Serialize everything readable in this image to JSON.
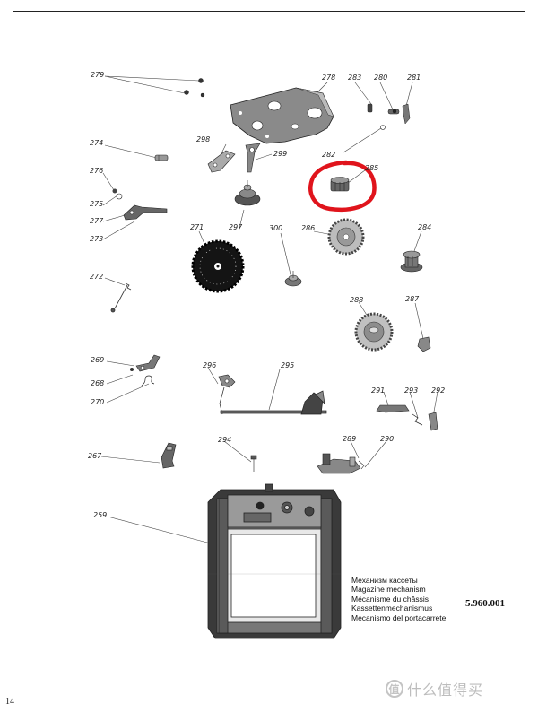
{
  "page": {
    "page_number": "14",
    "catalog_number": "5.960.001",
    "caption_lines": [
      "Механизм кассеты",
      "Magazine mechanism",
      "Mécanisme du châssis",
      "Kassettenmechanismus",
      "Mecanismo del portacarrete"
    ]
  },
  "callouts": [
    {
      "id": "279",
      "label": "279"
    },
    {
      "id": "278",
      "label": "278"
    },
    {
      "id": "283",
      "label": "283"
    },
    {
      "id": "280",
      "label": "280"
    },
    {
      "id": "281",
      "label": "281"
    },
    {
      "id": "274",
      "label": "274"
    },
    {
      "id": "298",
      "label": "298"
    },
    {
      "id": "299",
      "label": "299"
    },
    {
      "id": "282",
      "label": "282"
    },
    {
      "id": "276",
      "label": "276"
    },
    {
      "id": "285",
      "label": "285"
    },
    {
      "id": "275",
      "label": "275"
    },
    {
      "id": "277",
      "label": "277"
    },
    {
      "id": "273",
      "label": "273"
    },
    {
      "id": "271",
      "label": "271"
    },
    {
      "id": "297",
      "label": "297"
    },
    {
      "id": "300",
      "label": "300"
    },
    {
      "id": "286",
      "label": "286"
    },
    {
      "id": "284",
      "label": "284"
    },
    {
      "id": "272",
      "label": "272"
    },
    {
      "id": "288",
      "label": "288"
    },
    {
      "id": "287",
      "label": "287"
    },
    {
      "id": "269",
      "label": "269"
    },
    {
      "id": "268",
      "label": "268"
    },
    {
      "id": "270",
      "label": "270"
    },
    {
      "id": "296",
      "label": "296"
    },
    {
      "id": "295",
      "label": "295"
    },
    {
      "id": "291",
      "label": "291"
    },
    {
      "id": "293",
      "label": "293"
    },
    {
      "id": "292",
      "label": "292"
    },
    {
      "id": "267",
      "label": "267"
    },
    {
      "id": "294",
      "label": "294"
    },
    {
      "id": "289",
      "label": "289"
    },
    {
      "id": "290",
      "label": "290"
    },
    {
      "id": "259",
      "label": "259"
    }
  ],
  "highlight": {
    "color": "#e0141c"
  },
  "watermark": {
    "badge": "值",
    "text": "什么值得买"
  }
}
